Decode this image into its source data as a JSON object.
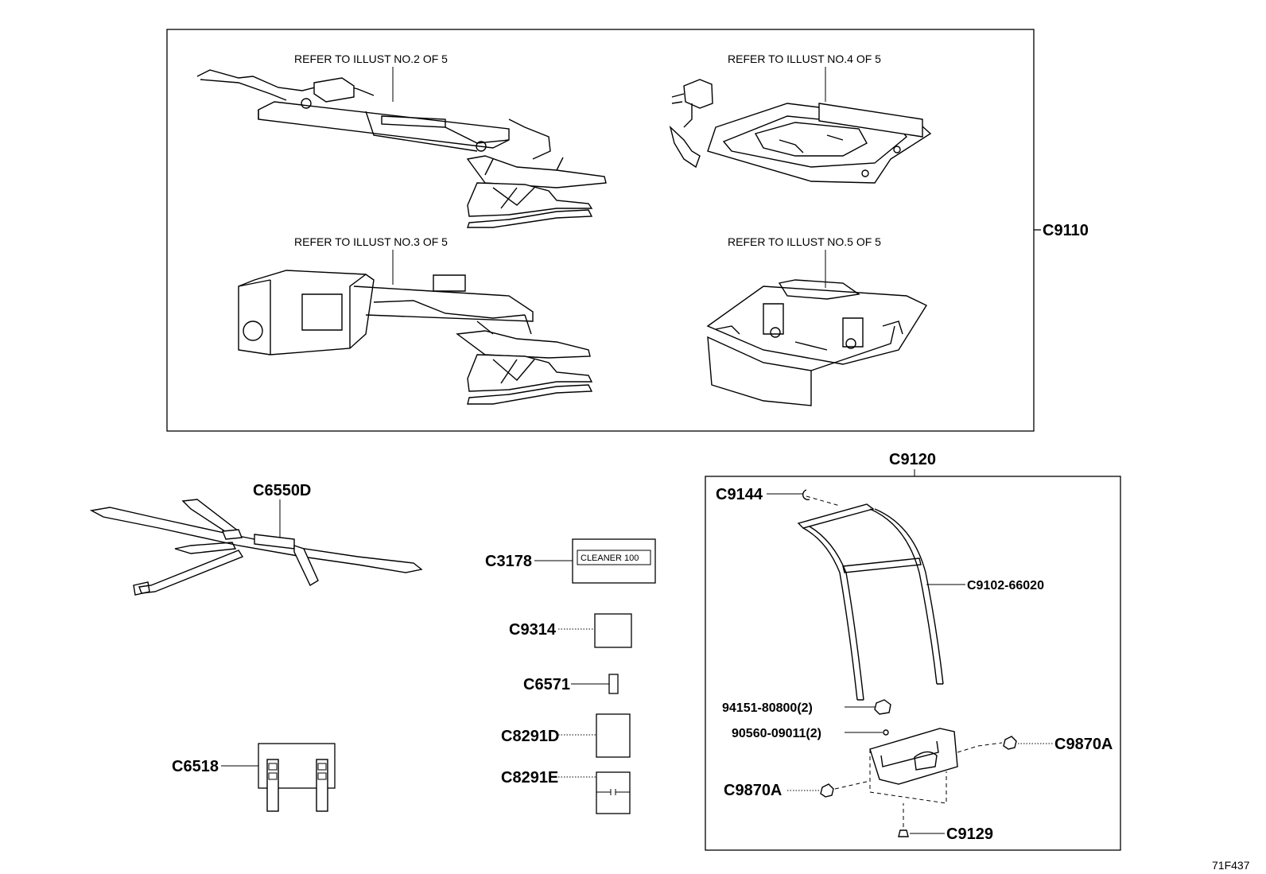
{
  "refs": {
    "illust2": "REFER TO ILLUST NO.2 OF 5",
    "illust3": "REFER TO ILLUST NO.3 OF 5",
    "illust4": "REFER TO ILLUST NO.4 OF 5",
    "illust5": "REFER TO ILLUST NO.5 OF 5"
  },
  "callouts": {
    "c9110": "C9110",
    "c9120": "C9120",
    "c6550d": "C6550D",
    "c3178": "C3178",
    "c9314": "C9314",
    "c6571": "C6571",
    "c8291d": "C8291D",
    "c8291e": "C8291E",
    "c6518": "C6518",
    "c9144": "C9144",
    "c9102": "C9102-66020",
    "p94151": "94151-80800(2)",
    "p90560": "90560-09011(2)",
    "c9870a_right": "C9870A",
    "c9870a_left": "C9870A",
    "c9129": "C9129"
  },
  "label_text": "CLEANER 100",
  "figure_id": "71F437"
}
